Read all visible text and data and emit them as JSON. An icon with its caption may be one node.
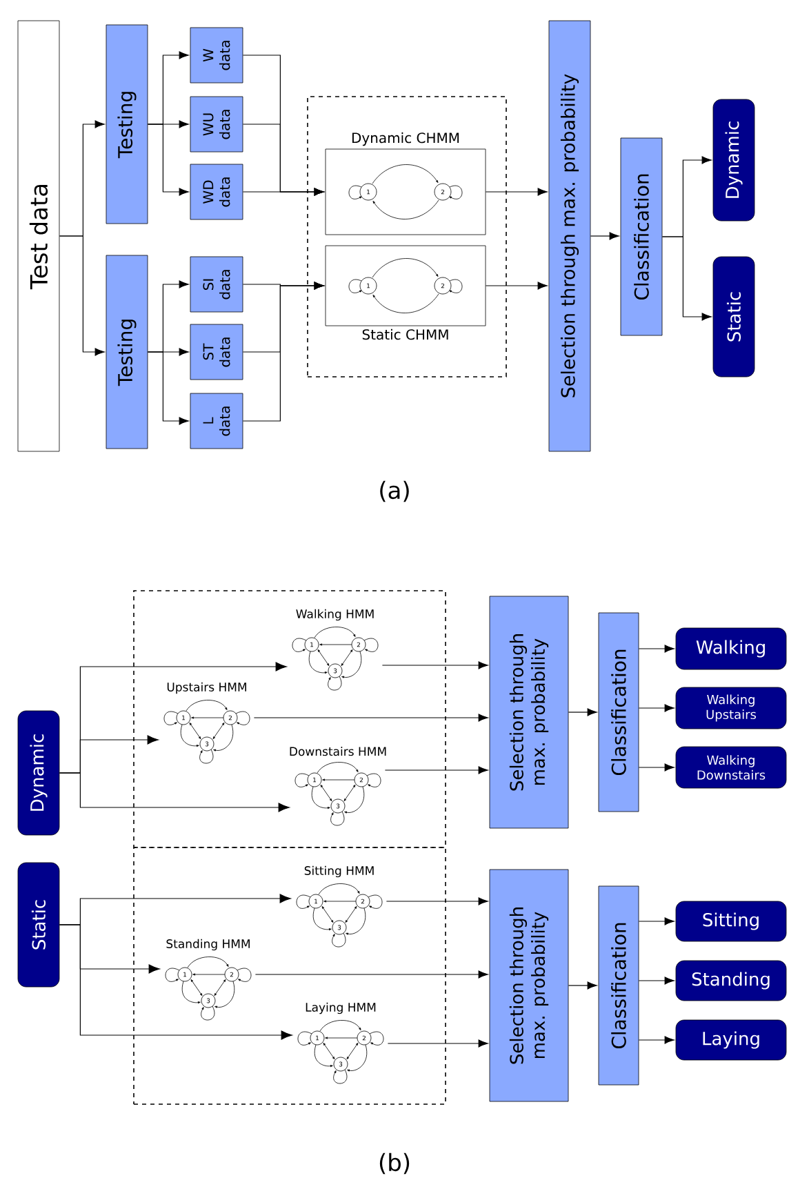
{
  "diagram": {
    "nodes": [
      {
        "text": [
          "Test data"
        ]
      },
      {
        "text": [
          "Testing"
        ]
      },
      {
        "text": [
          "Testing"
        ]
      },
      {
        "text": [
          "W data"
        ]
      },
      {
        "text": [
          "WU data"
        ]
      },
      {
        "text": [
          "WD data"
        ]
      },
      {
        "text": [
          "SI data"
        ]
      },
      {
        "text": [
          "ST data"
        ]
      },
      {
        "text": [
          "L data"
        ]
      },
      {
        "text": [],
        "shape": "box"
      },
      {
        "text": [
          "Dynamic CHMM"
        ],
        "in": 9
      },
      {
        "text": [
          "Static CHMM"
        ],
        "in": 9
      },
      {
        "text": [
          "Selection through max. probability"
        ]
      },
      {
        "text": [
          "Classification"
        ]
      },
      {
        "text": [
          "Dynamic"
        ]
      },
      {
        "text": [
          "Static"
        ]
      },
      {
        "text": [
          "Dynamic"
        ]
      },
      {
        "text": [
          "Static"
        ]
      },
      {
        "text": [],
        "shape": "box"
      },
      {
        "text": [
          "Walking HMM"
        ],
        "in": 18
      },
      {
        "text": [
          "Upstairs HMM"
        ],
        "in": 18
      },
      {
        "text": [
          "Downstairs HMM"
        ],
        "in": 18
      },
      {
        "text": [],
        "shape": "box"
      },
      {
        "text": [
          "Sitting HMM"
        ],
        "in": 22
      },
      {
        "text": [
          "Standing HMM"
        ],
        "in": 22
      },
      {
        "text": [
          "Laying HMM"
        ],
        "in": 22
      },
      {
        "text": [
          "Selection through max. probability"
        ]
      },
      {
        "text": [
          "Classification"
        ]
      },
      {
        "text": [
          "Walking"
        ]
      },
      {
        "text": [
          "Walking Upstairs"
        ]
      },
      {
        "text": [
          "Walking Downstairs"
        ]
      },
      {
        "text": [
          "Selection through max. probability"
        ]
      },
      {
        "text": [
          "Classification"
        ]
      },
      {
        "text": [
          "Sitting"
        ]
      },
      {
        "text": [
          "Standing"
        ]
      },
      {
        "text": [
          "Laying"
        ]
      }
    ],
    "edges": [
      {
        "from": 0,
        "to": 1,
        "arrow": "to"
      },
      {
        "from": 0,
        "to": 2,
        "arrow": "to"
      },
      {
        "from": 1,
        "to": 3,
        "arrow": "to"
      },
      {
        "from": 1,
        "to": 4,
        "arrow": "to"
      },
      {
        "from": 1,
        "to": 5,
        "arrow": "to"
      },
      {
        "from": 2,
        "to": 6,
        "arrow": "to"
      },
      {
        "from": 2,
        "to": 7,
        "arrow": "to"
      },
      {
        "from": 2,
        "to": 8,
        "arrow": "to"
      },
      {
        "from": 3,
        "to": 10,
        "arrow": "to"
      },
      {
        "from": 4,
        "to": 10,
        "arrow": "to"
      },
      {
        "from": 5,
        "to": 10,
        "arrow": "to"
      },
      {
        "from": 6,
        "to": 11,
        "arrow": "to"
      },
      {
        "from": 7,
        "to": 11,
        "arrow": "to"
      },
      {
        "from": 8,
        "to": 11,
        "arrow": "to"
      },
      {
        "from": 10,
        "to": 12,
        "arrow": "to"
      },
      {
        "from": 11,
        "to": 12,
        "arrow": "to"
      },
      {
        "from": 12,
        "to": 13,
        "arrow": "to"
      },
      {
        "from": 13,
        "to": 14,
        "arrow": "to"
      },
      {
        "from": 13,
        "to": 15,
        "arrow": "to"
      },
      {
        "from": 16,
        "to": 19,
        "arrow": "to"
      },
      {
        "from": 16,
        "to": 20,
        "arrow": "to"
      },
      {
        "from": 16,
        "to": 21,
        "arrow": "to"
      },
      {
        "from": 19,
        "to": 26,
        "arrow": "to"
      },
      {
        "from": 20,
        "to": 26,
        "arrow": "to"
      },
      {
        "from": 21,
        "to": 26,
        "arrow": "to"
      },
      {
        "from": 26,
        "to": 27,
        "arrow": "to"
      },
      {
        "from": 27,
        "to": 28,
        "arrow": "to"
      },
      {
        "from": 27,
        "to": 29,
        "arrow": "to"
      },
      {
        "from": 27,
        "to": 30,
        "arrow": "to"
      },
      {
        "from": 17,
        "to": 23,
        "arrow": "to"
      },
      {
        "from": 17,
        "to": 24,
        "arrow": "to"
      },
      {
        "from": 17,
        "to": 25,
        "arrow": "to"
      },
      {
        "from": 23,
        "to": 31,
        "arrow": "to"
      },
      {
        "from": 24,
        "to": 31,
        "arrow": "to"
      },
      {
        "from": 25,
        "to": 31,
        "arrow": "to"
      },
      {
        "from": 31,
        "to": 32,
        "arrow": "to"
      },
      {
        "from": 32,
        "to": 33,
        "arrow": "to"
      },
      {
        "from": 32,
        "to": 34,
        "arrow": "to"
      },
      {
        "from": 32,
        "to": 35,
        "arrow": "to"
      }
    ],
    "labels": [
      "1",
      "2",
      "1",
      "2",
      "(a)",
      "1",
      "2",
      "3",
      "1",
      "2",
      "3",
      "1",
      "2",
      "3",
      "1",
      "2",
      "3",
      "1",
      "2",
      "3",
      "1",
      "2",
      "3",
      "(b)"
    ]
  }
}
